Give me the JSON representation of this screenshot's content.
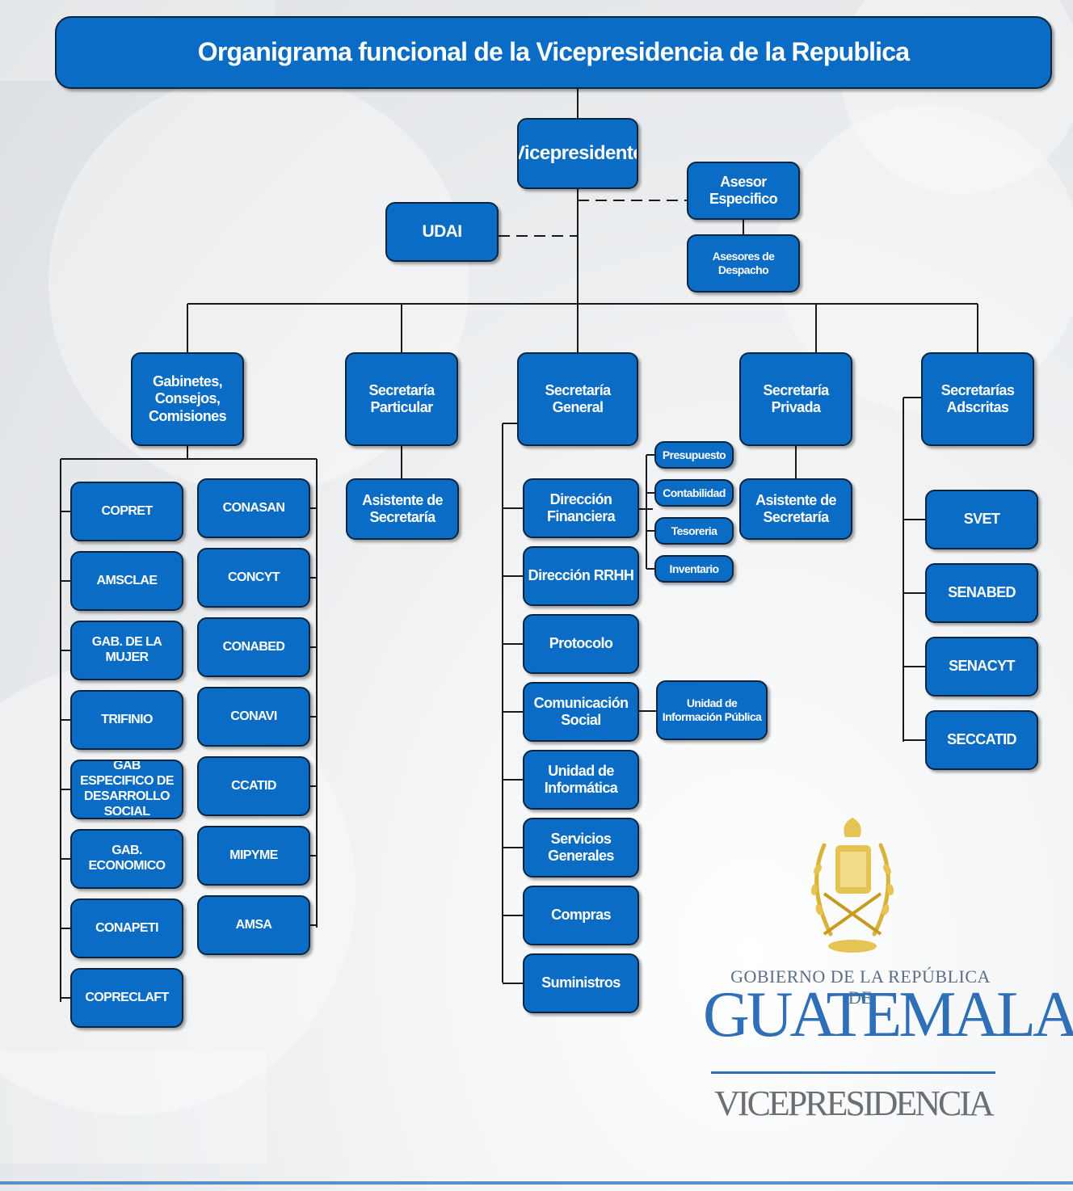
{
  "title": "Organigrama funcional de la Vicepresidencia de la Republica",
  "nodes": {
    "vicepresidente": "Vicepresidente",
    "asesor_especifico": "Asesor\nEspecifico",
    "asesores_despacho": "Asesores de\nDespacho",
    "udai": "UDAI",
    "gabinetes": "Gabinetes,\nConsejos,\nComisiones",
    "sec_particular": "Secretaría\nParticular",
    "asistente_particular": "Asistente de\nSecretaría",
    "sec_general": "Secretaría\nGeneral",
    "sec_privada": "Secretaría\nPrivada",
    "asistente_privada": "Asistente de\nSecretaría",
    "sec_adscritas": "Secretarías\nAdscritas"
  },
  "gabinetes_left": [
    "COPRET",
    "AMSCLAE",
    "GAB. DE LA MUJER",
    "TRIFINIO",
    "GAB ESPECIFICO DE\nDESARROLLO SOCIAL",
    "GAB. ECONOMICO",
    "CONAPETI",
    "COPRECLAFT"
  ],
  "gabinetes_right": [
    "CONASAN",
    "CONCYT",
    "CONABED",
    "CONAVI",
    "CCATID",
    "MIPYME",
    "AMSA"
  ],
  "general_units": [
    "Dirección\nFinanciera",
    "Dirección RRHH",
    "Protocolo",
    "Comunicación\nSocial",
    "Unidad de\nInformática",
    "Servicios\nGenerales",
    "Compras",
    "Suministros"
  ],
  "financiera_units": [
    "Presupuesto",
    "Contabilidad",
    "Tesoreria",
    "Inventario"
  ],
  "comunicacion_unit": "Unidad de\nInformación Pública",
  "adscritas_units": [
    "SVET",
    "SENABED",
    "SENACYT",
    "SECCATID"
  ],
  "logo": {
    "line1": "GOBIERNO DE LA REPÚBLICA DE",
    "line2": "GUATEMALA",
    "line3": "VICEPRESIDENCIA",
    "colors": {
      "line1": "#5b6e86",
      "line2": "#2f6fb8",
      "line3": "#6b6f75"
    }
  },
  "colors": {
    "box": "#0a6cc4",
    "border": "#0b2540",
    "text": "#ffffff",
    "connector": "#1a1a1a"
  }
}
